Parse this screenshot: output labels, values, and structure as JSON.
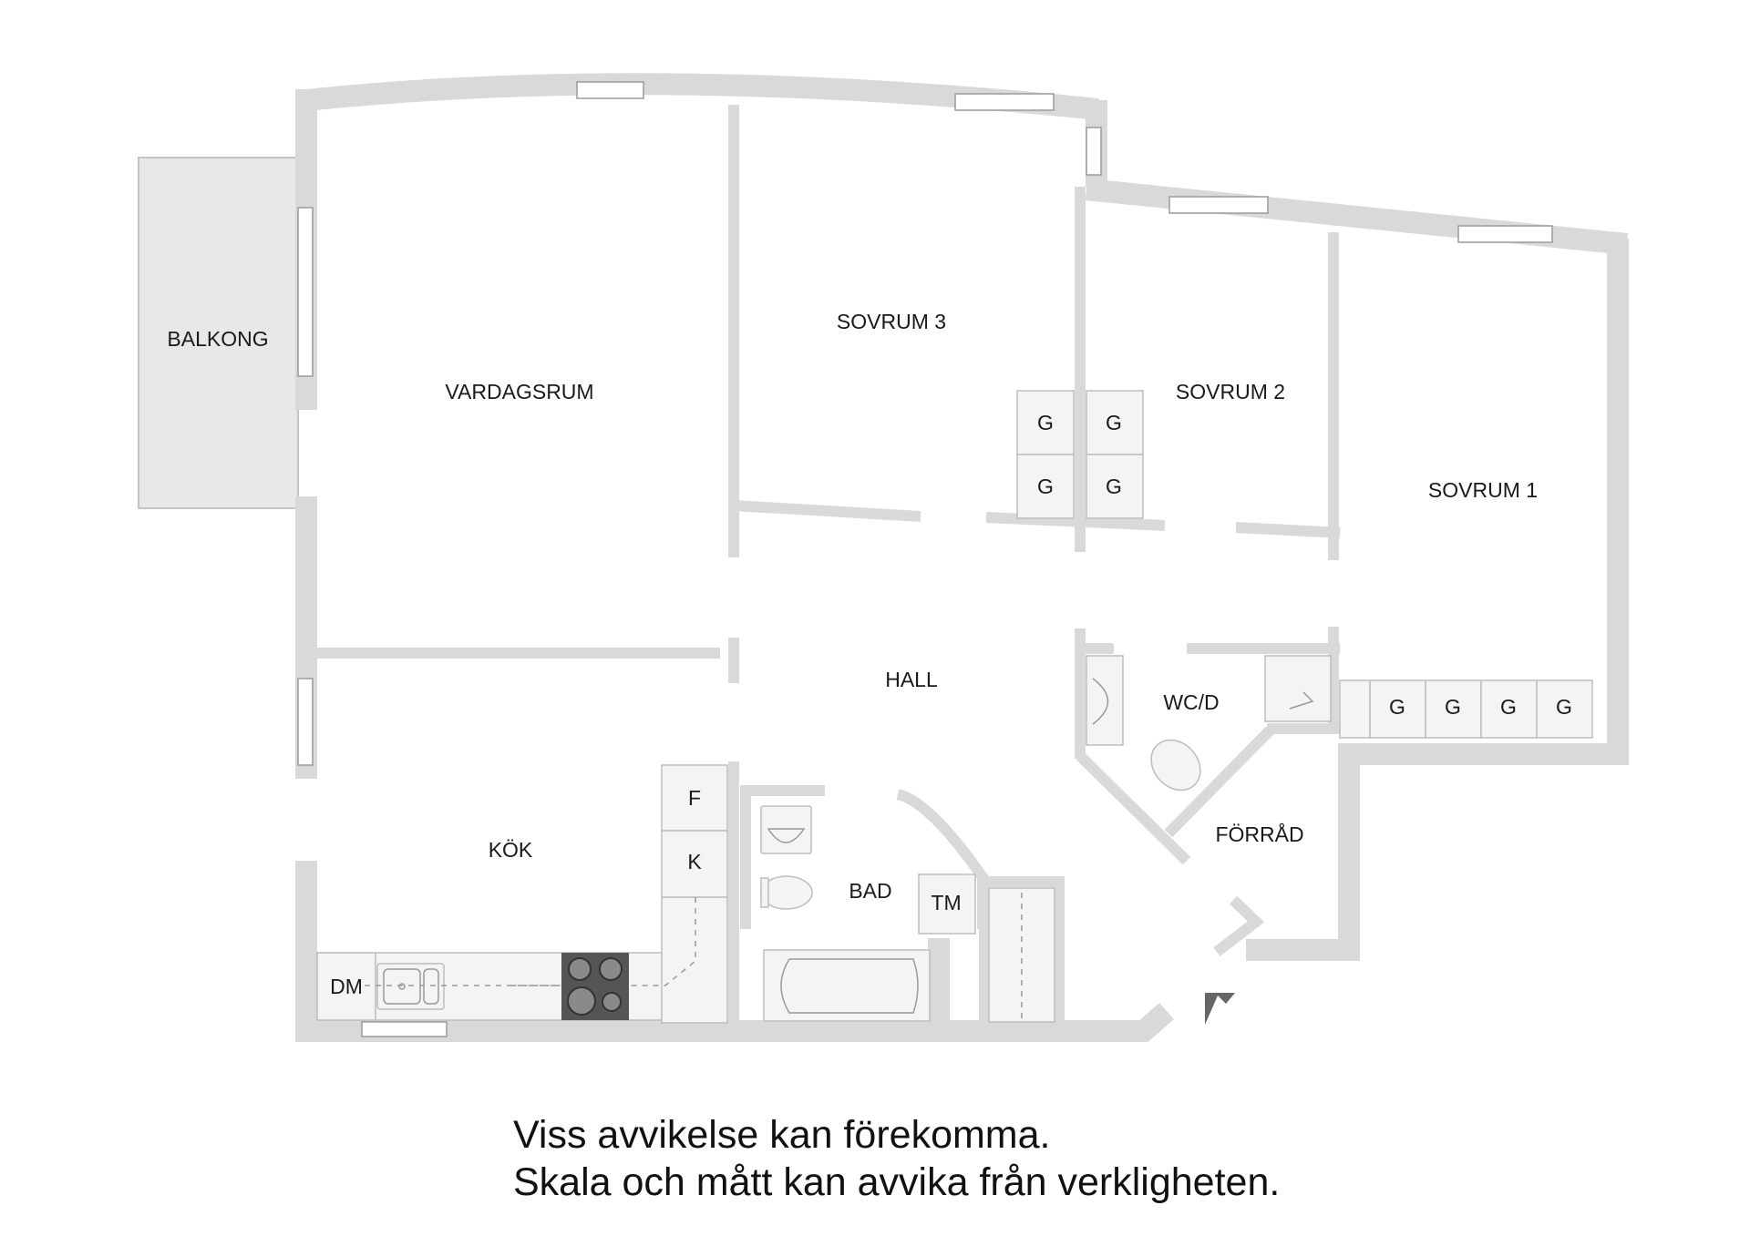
{
  "rooms": {
    "balkong": "BALKONG",
    "vardagsrum": "VARDAGSRUM",
    "sovrum3": "SOVRUM 3",
    "sovrum2": "SOVRUM 2",
    "sovrum1": "SOVRUM 1",
    "hall": "HALL",
    "wcd": "WC/D",
    "forrad": "FÖRRÅD",
    "kok": "KÖK",
    "bad": "BAD"
  },
  "fixtures": {
    "wardrobe": "G",
    "fridge": "F",
    "freezer": "K",
    "dishwasher": "DM",
    "dryer": "TM"
  },
  "disclaimer": {
    "line1": "Viss avvikelse kan förekomma.",
    "line2": "Skala och mått kan avvika från verkligheten."
  }
}
